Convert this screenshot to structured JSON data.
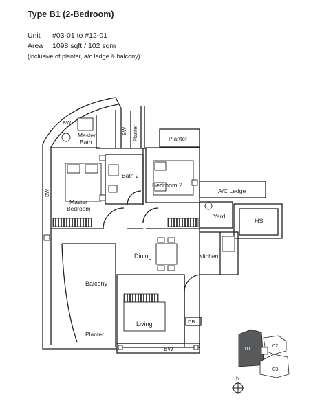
{
  "header": {
    "title": "Type B1 (2-Bedroom)",
    "unit_key": "Unit",
    "unit_value": "#03-01 to #12-01",
    "area_key": "Area",
    "area_value": "1098 sqft / 102 sqm",
    "area_note": "(inclusive of planter, a/c ledge & balcony)"
  },
  "rooms": {
    "bw_top": "BW",
    "master_bath_1": "Master",
    "master_bath_2": "Bath",
    "bw_vert": "BW",
    "planter_vert": "Planter",
    "planter_top": "Planter",
    "bath2": "Bath 2",
    "bedroom2": "Bedroom 2",
    "ac_ledge": "A/C Ledge",
    "yard": "Yard",
    "hs": "HS",
    "bw_left": "BW",
    "master_bed_1": "Master",
    "master_bed_2": "Bedroom",
    "dining": "Dining",
    "kitchen": "Kitchen",
    "balcony": "Balcony",
    "living": "Living",
    "db": "DB",
    "planter_bottom": "Planter",
    "bw_bottom": "BW"
  },
  "keyplan": {
    "unit01": "01",
    "unit02": "02",
    "unit03": "03",
    "north": "N"
  }
}
